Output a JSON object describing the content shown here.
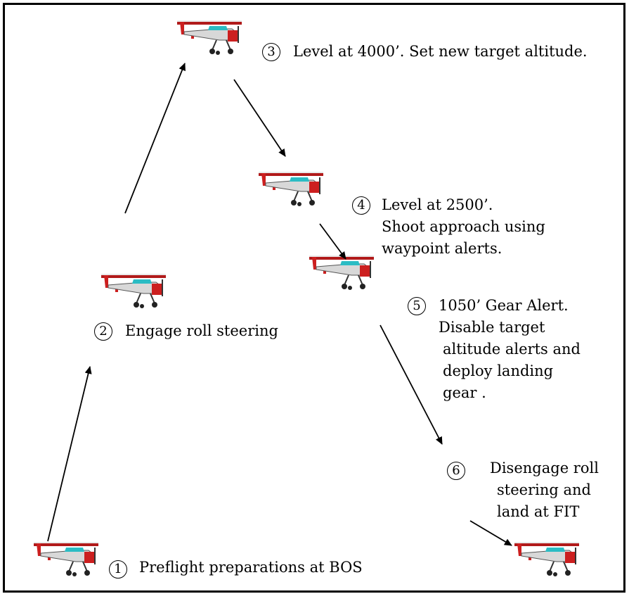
{
  "steps": [
    {
      "number": "1",
      "lines": [
        "Preflight preparations at BOS"
      ]
    },
    {
      "number": "2",
      "lines": [
        "Engage roll steering"
      ]
    },
    {
      "number": "3",
      "lines": [
        "Level at 4000’. Set new target altitude."
      ]
    },
    {
      "number": "4",
      "lines": [
        "Level at 2500’.",
        "Shoot approach using",
        "waypoint alerts."
      ]
    },
    {
      "number": "5",
      "lines": [
        "1050’ Gear Alert.",
        "Disable target",
        "altitude alerts and",
        "deploy landing",
        "gear ."
      ]
    },
    {
      "number": "6",
      "lines": [
        "Disengage roll",
        "steering and",
        "land at FIT"
      ]
    }
  ],
  "icons": {
    "airplane": "airplane-icon"
  },
  "colors": {
    "fuselage": "#cc1f1f",
    "wing": "#b11a1a",
    "canopy": "#2bbcc4",
    "line": "#000000"
  }
}
